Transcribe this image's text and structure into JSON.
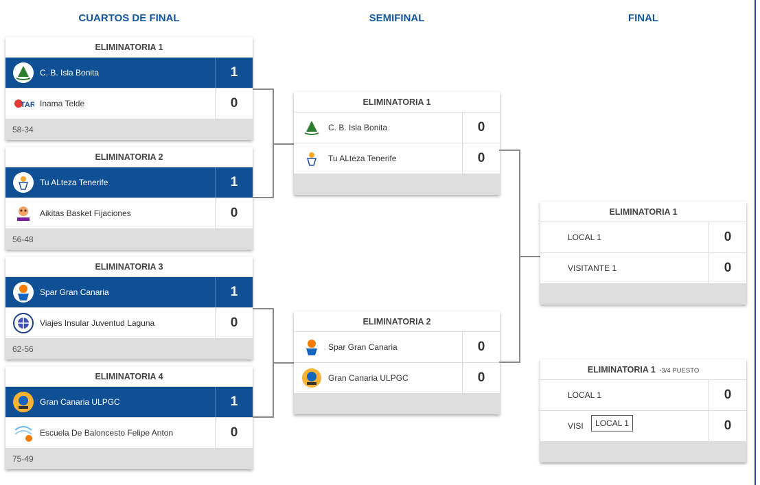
{
  "columns": {
    "quarter": "CUARTOS DE FINAL",
    "semi": "SEMIFINAL",
    "final": "FINAL"
  },
  "quarters": [
    {
      "title": "ELIMINATORIA 1",
      "teams": [
        {
          "name": "C. B. Isla Bonita",
          "score": "1",
          "logo": "isla-bonita-logo"
        },
        {
          "name": "Inama Telde",
          "score": "0",
          "logo": "tara-logo"
        }
      ],
      "result": "58-34"
    },
    {
      "title": "ELIMINATORIA 2",
      "teams": [
        {
          "name": "Tu ALteza Tenerife",
          "score": "1",
          "logo": "tu-alteza-logo"
        },
        {
          "name": "Aikitas Basket Fijaciones",
          "score": "0",
          "logo": "aikitas-logo"
        }
      ],
      "result": "56-48"
    },
    {
      "title": "ELIMINATORIA 3",
      "teams": [
        {
          "name": "Spar Gran Canaria",
          "score": "1",
          "logo": "spar-logo"
        },
        {
          "name": "Viajes Insular Juventud Laguna",
          "score": "0",
          "logo": "juventud-laguna-logo"
        }
      ],
      "result": "62-56"
    },
    {
      "title": "ELIMINATORIA 4",
      "teams": [
        {
          "name": "Gran Canaria ULPGC",
          "score": "1",
          "logo": "ulpgc-logo"
        },
        {
          "name": "Escuela De Baloncesto Felipe Anton",
          "score": "0",
          "logo": "felipe-anton-logo"
        }
      ],
      "result": "75-49"
    }
  ],
  "semis": [
    {
      "title": "ELIMINATORIA 1",
      "teams": [
        {
          "name": "C. B. Isla Bonita",
          "score": "0"
        },
        {
          "name": "Tu ALteza Tenerife",
          "score": "0"
        }
      ]
    },
    {
      "title": "ELIMINATORIA 2",
      "teams": [
        {
          "name": "Spar Gran Canaria",
          "score": "0"
        },
        {
          "name": "Gran Canaria ULPGC",
          "score": "0"
        }
      ]
    }
  ],
  "finals": [
    {
      "title": "ELIMINATORIA 1",
      "subtitle": "",
      "teams": [
        {
          "name": "LOCAL 1",
          "score": "0"
        },
        {
          "name": "VISITANTE 1",
          "score": "0"
        }
      ]
    },
    {
      "title": "ELIMINATORIA 1",
      "subtitle": "-3/4 PUESTO",
      "teams": [
        {
          "name": "LOCAL 1",
          "score": "0"
        },
        {
          "name": "VISI",
          "score": "0"
        }
      ]
    }
  ],
  "tooltip": "LOCAL 1",
  "colors": {
    "winner_row": "#0f4f93",
    "title": "#14569c",
    "connector": "#8a8a8a"
  }
}
